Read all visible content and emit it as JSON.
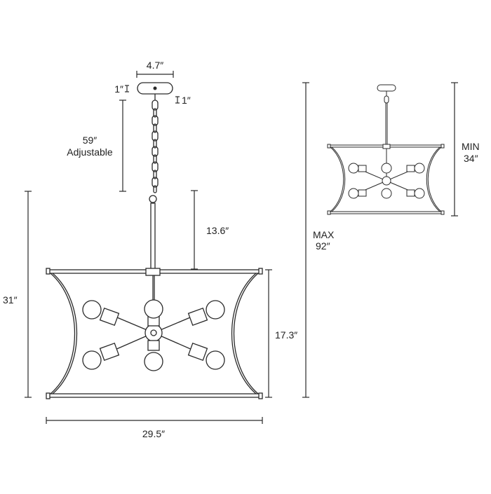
{
  "labels": {
    "canopy_width": "4.7″",
    "canopy_height_left": "1″",
    "canopy_height_right": "1″",
    "chain_length": "59″",
    "chain_adjustable": "Adjustable",
    "rod_length": "13.6″",
    "overall_height": "31″",
    "cage_height": "17.3″",
    "cage_width": "29.5″",
    "max_label": "MAX",
    "max_value": "92″",
    "min_label": "MIN",
    "min_value": "34″"
  },
  "fixture": {
    "bulb_count": 6,
    "line_color": "#2a2a2a"
  }
}
